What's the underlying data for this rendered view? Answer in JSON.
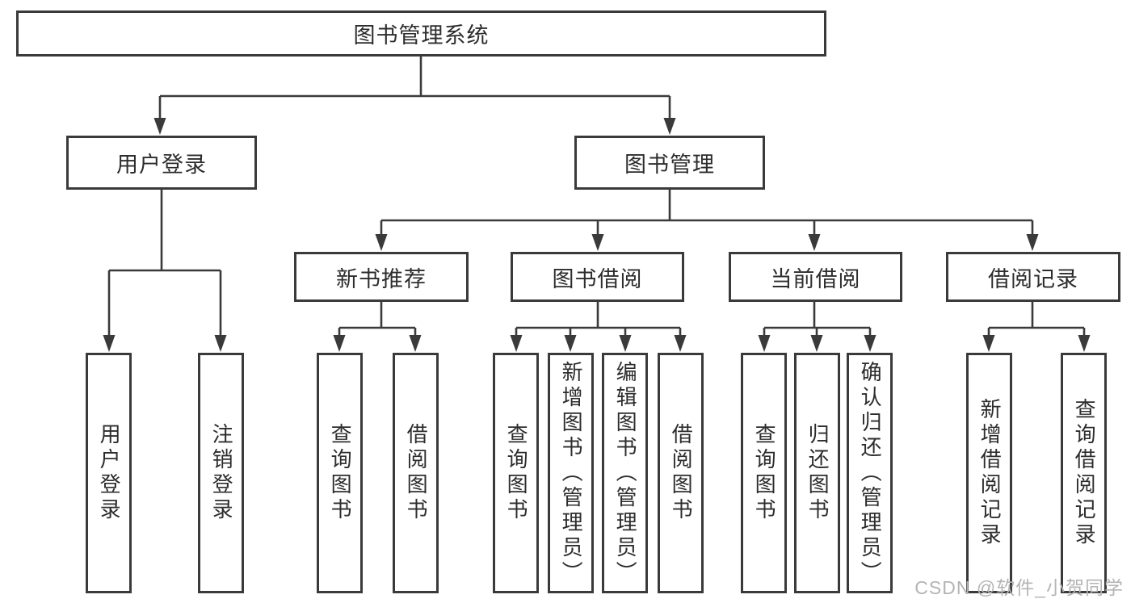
{
  "colors": {
    "bg": "#ffffff",
    "line": "#3a3a3a",
    "text": "#2d2d2d",
    "watermark": "#b4b4b4"
  },
  "diagram": {
    "root": {
      "label": "图书管理系统"
    },
    "branches": [
      {
        "label": "用户登录",
        "leaves": [
          {
            "label": "用户登录"
          },
          {
            "label": "注销登录"
          }
        ]
      },
      {
        "label": "图书管理",
        "sections": [
          {
            "label": "新书推荐",
            "leaves": [
              {
                "label": "查询图书"
              },
              {
                "label": "借阅图书"
              }
            ]
          },
          {
            "label": "图书借阅",
            "leaves": [
              {
                "label": "查询图书"
              },
              {
                "label": "新增图书（管理员）"
              },
              {
                "label": "编辑图书（管理员）"
              },
              {
                "label": "借阅图书"
              }
            ]
          },
          {
            "label": "当前借阅",
            "leaves": [
              {
                "label": "查询图书"
              },
              {
                "label": "归还图书"
              },
              {
                "label": "确认归还（管理员）"
              }
            ]
          },
          {
            "label": "借阅记录",
            "leaves": [
              {
                "label": "新增借阅记录"
              },
              {
                "label": "查询借阅记录"
              }
            ]
          }
        ]
      }
    ]
  },
  "watermark": {
    "text": "CSDN @软件_小贺同学"
  }
}
